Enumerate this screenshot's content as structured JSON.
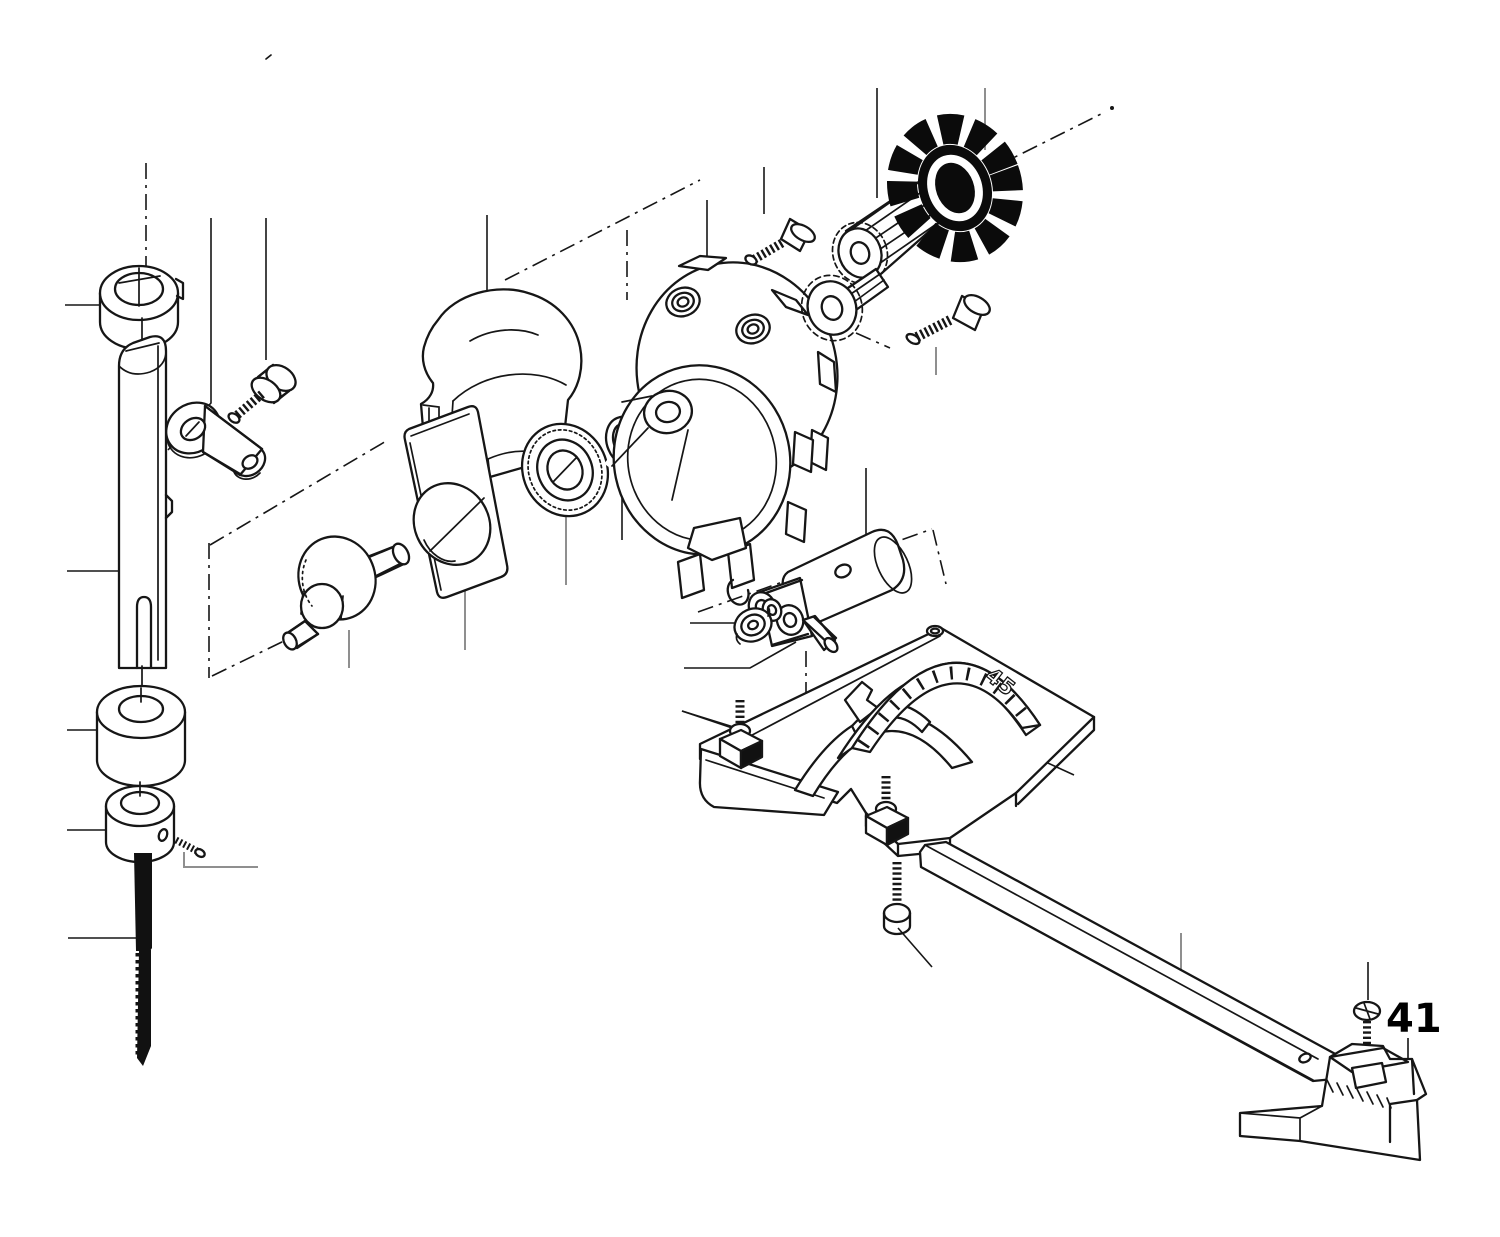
{
  "figure": {
    "type": "exploded-parts-diagram",
    "background_color": "#ffffff",
    "line_color": "#161616",
    "leader_line_color": "#8f8f8f",
    "labels": {
      "part_callout": "41",
      "bevel_scale_marking": "45"
    },
    "parts": [
      "stop-collar",
      "plunger-rod",
      "link-arm",
      "shoulder-screw",
      "housing-cover",
      "bearing-plate",
      "drive-knob-eccentric",
      "ball-bearing",
      "retaining-ring",
      "gear-housing",
      "gear-case-front",
      "cap-screw-upper",
      "cap-screw-lower",
      "pinion-gear",
      "armature-pinion",
      "cooling-fan",
      "counterweight-cylinder",
      "clevis-fork",
      "pivot-pin",
      "grooved-washer",
      "washer-rings",
      "wire-ring",
      "base-plate",
      "base-tongue",
      "bevel-quadrant-outer",
      "bevel-quadrant-inner",
      "set-screw-front",
      "set-screw-rear",
      "square-nut-front",
      "square-nut-rear",
      "base-cap-screw",
      "guide-bar",
      "rip-fence-body",
      "fence-screw",
      "roller-bushing",
      "blade-collar",
      "collar-set-screw",
      "saw-blade"
    ]
  }
}
